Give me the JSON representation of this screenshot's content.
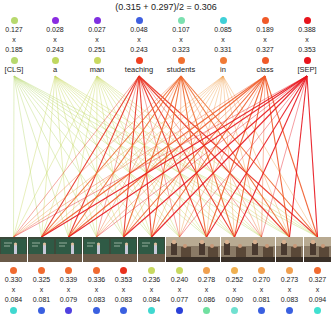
{
  "diagram": {
    "title": "(0.315 + 0.297)/2 = 0.306",
    "nodes": [
      {
        "text": [
          "0.127",
          "x",
          "0.185",
          "[CLS]"
        ]
      },
      {
        "text": [
          "0.028",
          "x",
          "0.243",
          "a"
        ]
      },
      {
        "text": [
          "0.027",
          "x",
          "0.251",
          "man"
        ]
      },
      {
        "text": [
          "0.048",
          "x",
          "0.243",
          "teaching"
        ]
      },
      {
        "text": [
          "0.107",
          "x",
          "0.323",
          "students"
        ]
      },
      {
        "text": [
          "0.085",
          "x",
          "0.331",
          "in"
        ]
      },
      {
        "text": [
          "0.189",
          "x",
          "0.327",
          "class"
        ]
      },
      {
        "text": [
          "0.388",
          "x",
          "0.353",
          "[SEP]"
        ]
      },
      {
        "text": [
          "0.330",
          "x",
          "0.084"
        ]
      },
      {
        "text": [
          "0.325",
          "x",
          "0.081"
        ]
      },
      {
        "text": [
          "0.339",
          "x",
          "0.079"
        ]
      },
      {
        "text": [
          "0.336",
          "x",
          "0.083"
        ]
      },
      {
        "text": [
          "0.353",
          "x",
          "0.083"
        ]
      },
      {
        "text": [
          "0.236",
          "x",
          "0.084"
        ]
      },
      {
        "text": [
          "0.240",
          "x",
          "0.077"
        ]
      },
      {
        "text": [
          "0.278",
          "x",
          "0.086"
        ]
      },
      {
        "text": [
          "0.252",
          "x",
          "0.090"
        ]
      },
      {
        "text": [
          "0.270",
          "x",
          "0.081"
        ]
      },
      {
        "text": [
          "0.273",
          "x",
          "0.083"
        ]
      },
      {
        "text": [
          "0.327",
          "x",
          "0.094"
        ]
      }
    ],
    "edges": [
      {
        "from": 0,
        "to": 8,
        "arrow": "none"
      },
      {
        "from": 0,
        "to": 9,
        "arrow": "none"
      },
      {
        "from": 0,
        "to": 10,
        "arrow": "none"
      },
      {
        "from": 0,
        "to": 11,
        "arrow": "none"
      },
      {
        "from": 0,
        "to": 12,
        "arrow": "none"
      },
      {
        "from": 0,
        "to": 13,
        "arrow": "none"
      },
      {
        "from": 0,
        "to": 14,
        "arrow": "none"
      },
      {
        "from": 0,
        "to": 15,
        "arrow": "none"
      },
      {
        "from": 0,
        "to": 16,
        "arrow": "none"
      },
      {
        "from": 0,
        "to": 17,
        "arrow": "none"
      },
      {
        "from": 0,
        "to": 18,
        "arrow": "none"
      },
      {
        "from": 0,
        "to": 19,
        "arrow": "none"
      },
      {
        "from": 1,
        "to": 8,
        "arrow": "none"
      },
      {
        "from": 1,
        "to": 9,
        "arrow": "none"
      },
      {
        "from": 1,
        "to": 10,
        "arrow": "none"
      },
      {
        "from": 1,
        "to": 11,
        "arrow": "none"
      },
      {
        "from": 1,
        "to": 12,
        "arrow": "none"
      },
      {
        "from": 1,
        "to": 13,
        "arrow": "none"
      },
      {
        "from": 1,
        "to": 14,
        "arrow": "none"
      },
      {
        "from": 1,
        "to": 15,
        "arrow": "none"
      },
      {
        "from": 1,
        "to": 16,
        "arrow": "none"
      },
      {
        "from": 1,
        "to": 17,
        "arrow": "none"
      },
      {
        "from": 1,
        "to": 18,
        "arrow": "none"
      },
      {
        "from": 1,
        "to": 19,
        "arrow": "none"
      },
      {
        "from": 2,
        "to": 8,
        "arrow": "none"
      },
      {
        "from": 2,
        "to": 9,
        "arrow": "none"
      },
      {
        "from": 2,
        "to": 10,
        "arrow": "none"
      },
      {
        "from": 2,
        "to": 11,
        "arrow": "none"
      },
      {
        "from": 2,
        "to": 12,
        "arrow": "none"
      },
      {
        "from": 2,
        "to": 13,
        "arrow": "none"
      },
      {
        "from": 2,
        "to": 14,
        "arrow": "none"
      },
      {
        "from": 2,
        "to": 15,
        "arrow": "none"
      },
      {
        "from": 2,
        "to": 16,
        "arrow": "none"
      },
      {
        "from": 2,
        "to": 17,
        "arrow": "none"
      },
      {
        "from": 2,
        "to": 18,
        "arrow": "none"
      },
      {
        "from": 2,
        "to": 19,
        "arrow": "none"
      },
      {
        "from": 3,
        "to": 8,
        "arrow": "none"
      },
      {
        "from": 3,
        "to": 9,
        "arrow": "none"
      },
      {
        "from": 3,
        "to": 10,
        "arrow": "none"
      },
      {
        "from": 3,
        "to": 11,
        "arrow": "none"
      },
      {
        "from": 3,
        "to": 12,
        "arrow": "none"
      },
      {
        "from": 3,
        "to": 13,
        "arrow": "none"
      },
      {
        "from": 3,
        "to": 14,
        "arrow": "none"
      },
      {
        "from": 3,
        "to": 15,
        "arrow": "none"
      },
      {
        "from": 3,
        "to": 16,
        "arrow": "none"
      },
      {
        "from": 3,
        "to": 17,
        "arrow": "none"
      },
      {
        "from": 3,
        "to": 18,
        "arrow": "none"
      },
      {
        "from": 3,
        "to": 19,
        "arrow": "none"
      },
      {
        "from": 4,
        "to": 8,
        "arrow": "none"
      },
      {
        "from": 4,
        "to": 9,
        "arrow": "none"
      },
      {
        "from": 4,
        "to": 10,
        "arrow": "none"
      },
      {
        "from": 4,
        "to": 11,
        "arrow": "none"
      },
      {
        "from": 4,
        "to": 12,
        "arrow": "none"
      },
      {
        "from": 4,
        "to": 13,
        "arrow": "none"
      },
      {
        "from": 4,
        "to": 14,
        "arrow": "none"
      },
      {
        "from": 4,
        "to": 15,
        "arrow": "none"
      },
      {
        "from": 4,
        "to": 16,
        "arrow": "none"
      },
      {
        "from": 4,
        "to": 17,
        "arrow": "none"
      },
      {
        "from": 4,
        "to": 18,
        "arrow": "none"
      },
      {
        "from": 4,
        "to": 19,
        "arrow": "none"
      },
      {
        "from": 5,
        "to": 8,
        "arrow": "none"
      },
      {
        "from": 5,
        "to": 9,
        "arrow": "none"
      },
      {
        "from": 5,
        "to": 10,
        "arrow": "none"
      },
      {
        "from": 5,
        "to": 11,
        "arrow": "none"
      },
      {
        "from": 5,
        "to": 12,
        "arrow": "none"
      },
      {
        "from": 5,
        "to": 13,
        "arrow": "none"
      },
      {
        "from": 5,
        "to": 14,
        "arrow": "none"
      },
      {
        "from": 5,
        "to": 15,
        "arrow": "none"
      },
      {
        "from": 5,
        "to": 16,
        "arrow": "none"
      },
      {
        "from": 5,
        "to": 17,
        "arrow": "none"
      },
      {
        "from": 5,
        "to": 18,
        "arrow": "none"
      },
      {
        "from": 5,
        "to": 19,
        "arrow": "none"
      },
      {
        "from": 6,
        "to": 8,
        "arrow": "none"
      },
      {
        "from": 6,
        "to": 9,
        "arrow": "none"
      },
      {
        "from": 6,
        "to": 10,
        "arrow": "none"
      },
      {
        "from": 6,
        "to": 11,
        "arrow": "none"
      },
      {
        "from": 6,
        "to": 12,
        "arrow": "none"
      },
      {
        "from": 6,
        "to": 13,
        "arrow": "none"
      },
      {
        "from": 6,
        "to": 14,
        "arrow": "none"
      },
      {
        "from": 6,
        "to": 15,
        "arrow": "none"
      },
      {
        "from": 6,
        "to": 16,
        "arrow": "none"
      },
      {
        "from": 6,
        "to": 17,
        "arrow": "none"
      },
      {
        "from": 6,
        "to": 18,
        "arrow": "none"
      },
      {
        "from": 6,
        "to": 19,
        "arrow": "none"
      },
      {
        "from": 7,
        "to": 8,
        "arrow": "none"
      },
      {
        "from": 7,
        "to": 9,
        "arrow": "none"
      },
      {
        "from": 7,
        "to": 10,
        "arrow": "none"
      },
      {
        "from": 7,
        "to": 11,
        "arrow": "none"
      },
      {
        "from": 7,
        "to": 12,
        "arrow": "none"
      },
      {
        "from": 7,
        "to": 13,
        "arrow": "none"
      },
      {
        "from": 7,
        "to": 14,
        "arrow": "none"
      },
      {
        "from": 7,
        "to": 15,
        "arrow": "none"
      },
      {
        "from": 7,
        "to": 16,
        "arrow": "none"
      },
      {
        "from": 7,
        "to": 17,
        "arrow": "none"
      },
      {
        "from": 7,
        "to": 18,
        "arrow": "none"
      },
      {
        "from": 7,
        "to": 19,
        "arrow": "none"
      }
    ]
  }
}
